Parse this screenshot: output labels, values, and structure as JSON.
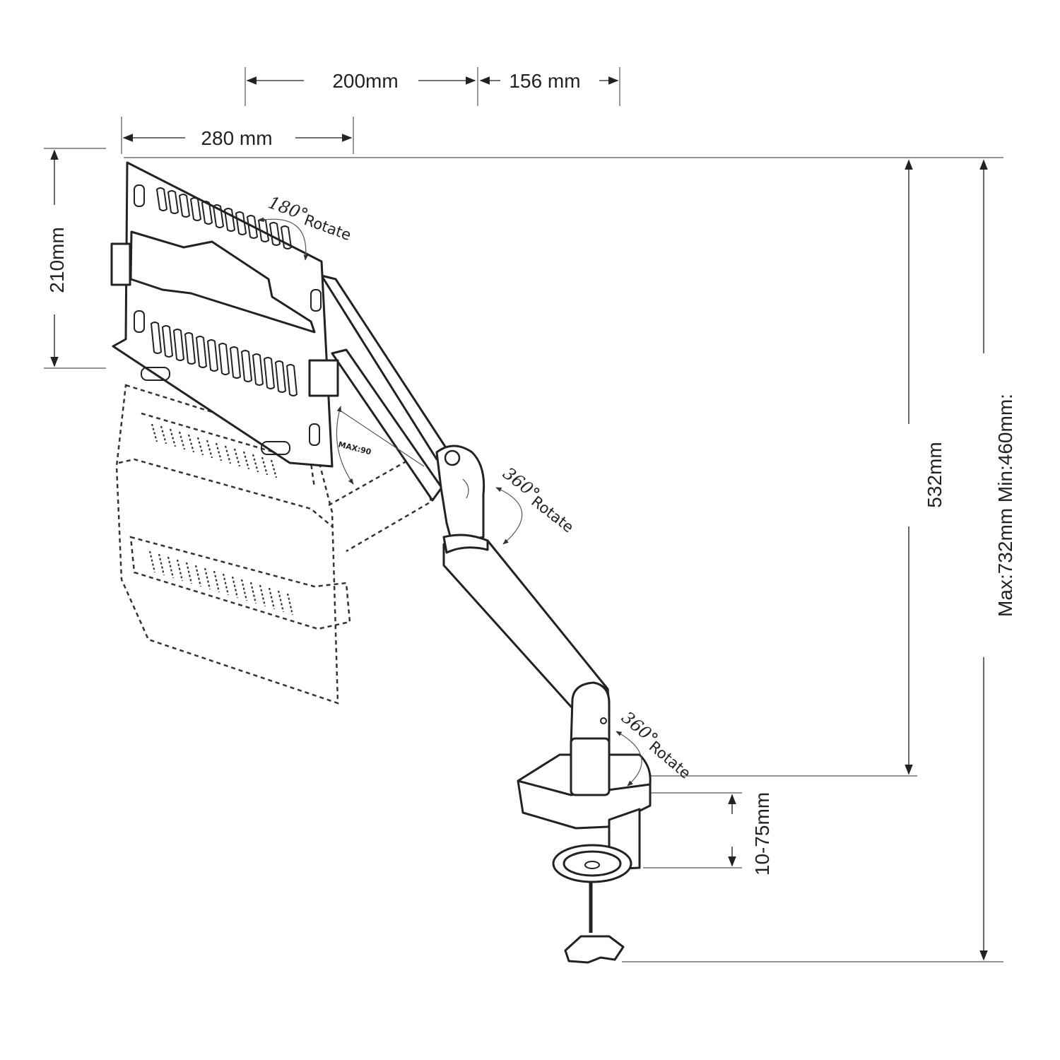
{
  "dimensions": {
    "d200": "200mm",
    "d156": "156 mm",
    "d280": "280 mm",
    "d210": "210mm",
    "d532": "532mm",
    "dmaxmin": "Max:732mm  Min:460mm:",
    "dclamp": "10-75mm"
  },
  "rotations": [
    {
      "angle": "180°",
      "word": "Rotate"
    },
    {
      "angle": "360°",
      "word": "Rotate"
    },
    {
      "angle": "360°",
      "word": "Rotate"
    }
  ],
  "tilt_label": "MAX:90",
  "colors": {
    "line": "#222222",
    "background": "#ffffff"
  }
}
